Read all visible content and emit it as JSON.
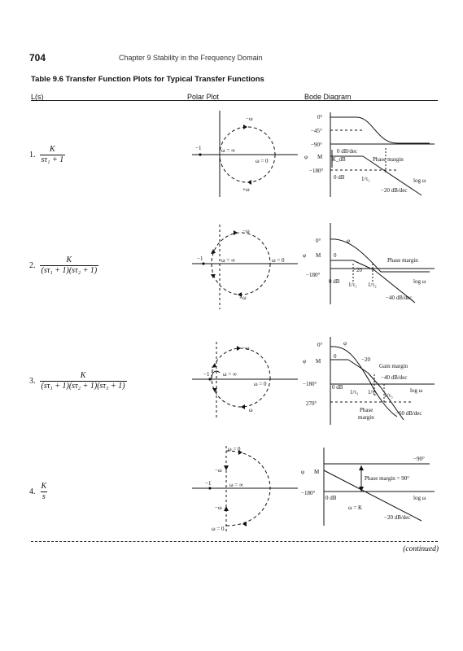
{
  "header": {
    "page_number": "704",
    "chapter": "Chapter 9   Stability in the Frequency Domain"
  },
  "table": {
    "title": "Table 9.6   Transfer Function Plots for Typical Transfer Functions",
    "col_ls": "L(s)",
    "col_polar": "Polar Plot",
    "col_bode": "Bode Diagram",
    "continued": "(continued)"
  },
  "rows": [
    {
      "index": "1.",
      "numerator": "K",
      "denominator": "sτ₁ + 1",
      "polar": {
        "minus_w": "−ω",
        "minus_one": "−1",
        "w_inf": "ω = ∞",
        "w_zero": "ω = 0",
        "plus_w": "+ω"
      },
      "bode": {
        "deg0": "0°",
        "deg45": "−45°",
        "deg90": "−90°",
        "deg180": "−180°",
        "phi": "φ",
        "M": "M",
        "slope_top": "0 dB/dec",
        "kdb": "K_dB",
        "zero_db": "0 dB",
        "freq1": "1/τ₁",
        "phase_margin": "Phase margin",
        "log_w": "log ω",
        "slope": "−20 dB/dec"
      }
    },
    {
      "index": "2.",
      "numerator": "K",
      "denominator": "(sτ₁ + 1)(sτ₂ + 1)",
      "polar": {
        "minus_w": "−ω",
        "minus_one": "−1",
        "w_inf": "ω = ∞",
        "w_zero": "ω = 0",
        "plus_w": "+ω"
      },
      "bode": {
        "deg0": "0°",
        "deg180": "−180°",
        "phi": "φ",
        "M": "M",
        "zero": "0",
        "s20": "−20",
        "zero_db": "0 dB",
        "freq1": "1/τ₁",
        "freq2": "1/τ₂",
        "phase_margin": "Phase margin",
        "log_w": "log ω",
        "slope": "−40 dB/dec"
      }
    },
    {
      "index": "3.",
      "numerator": "K",
      "denominator": "(sτ₁ + 1)(sτ₂ + 1)(sτ₃ + 1)",
      "polar": {
        "minus_w": "−ω",
        "minus_one": "−1",
        "w_inf": "ω = ∞",
        "w_zero": "ω = 0",
        "plus_w": "ω"
      },
      "bode": {
        "deg0": "0°",
        "deg180": "−180°",
        "deg270": "270°",
        "phi": "φ",
        "M": "M",
        "zero": "0",
        "s20": "−20",
        "gain_margin": "Gain margin",
        "s40": "−40 dB/dec",
        "zero_db": "0 dB",
        "freq1": "1/τ₁",
        "freq2": "1/τ₂",
        "freq3": "1/τ₃",
        "log_w": "log ω",
        "phase_margin_a": "Phase",
        "phase_margin_b": "margin",
        "slope": "−60 dB/dec"
      }
    },
    {
      "index": "4.",
      "numerator": "K",
      "denominator": "s",
      "polar": {
        "w_zero_top": "ω = 0",
        "minus_w": "−ω",
        "minus_one": "−1",
        "w_inf": "ω = ∞",
        "minus_w2": "−ω",
        "w_zero_bottom": "ω = 0"
      },
      "bode": {
        "deg90": "−90°",
        "phi": "φ",
        "M": "M",
        "phase_margin": "Phase margin = 90°",
        "deg180": "−180°",
        "zero_db": "0 dB",
        "log_w": "log ω",
        "w_eq_k": "ω = K",
        "slope": "−20 dB/dec"
      }
    }
  ]
}
